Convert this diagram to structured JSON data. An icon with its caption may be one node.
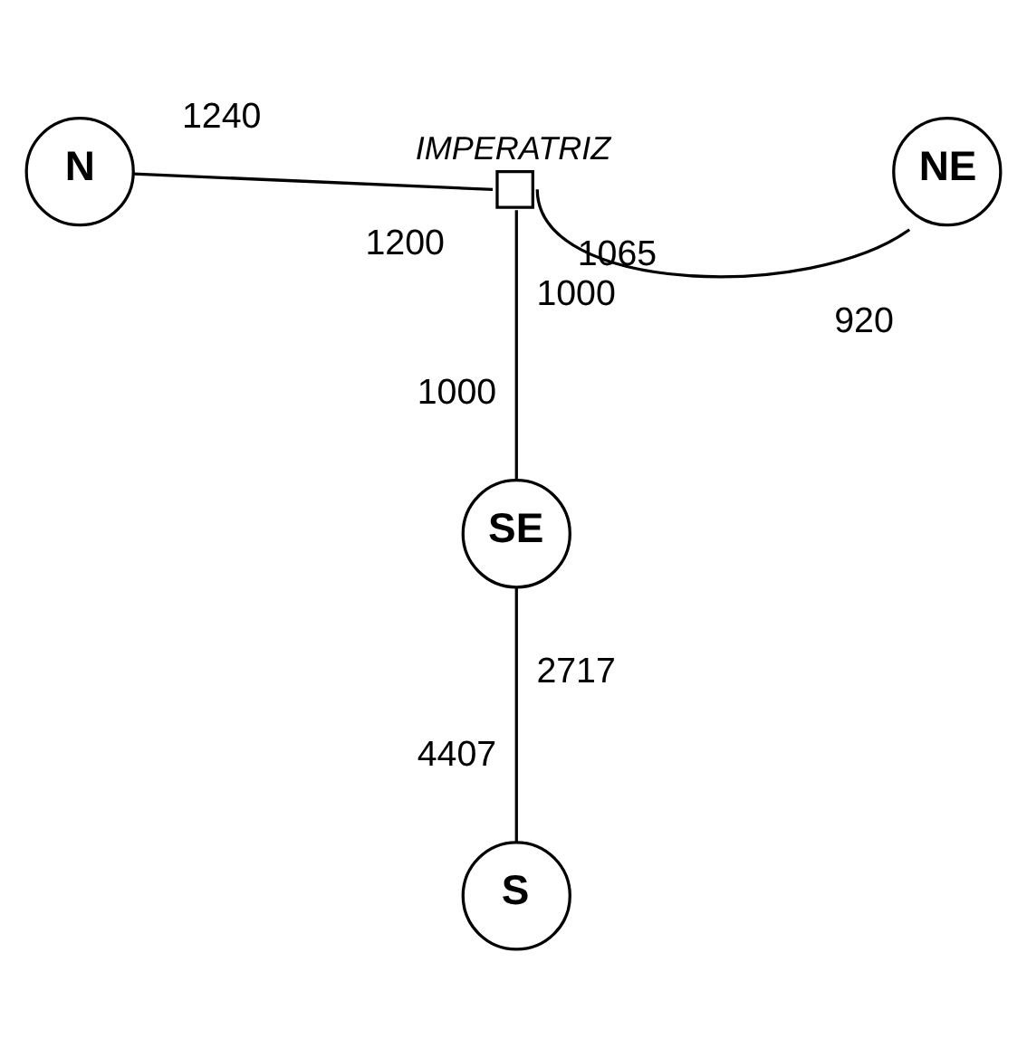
{
  "diagram": {
    "nodes": [
      {
        "text": [
          "N"
        ]
      },
      {
        "text": [],
        "shape": "box",
        "beside": [
          "IMPERATRIZ"
        ]
      },
      {
        "text": [
          "NE"
        ]
      },
      {
        "text": [
          "SE"
        ]
      },
      {
        "text": [
          "S"
        ]
      }
    ],
    "edges": [
      {
        "from": 0,
        "to": 1,
        "arrow": "none"
      },
      {
        "from": 1,
        "to": 2,
        "arrow": "none"
      },
      {
        "from": 1,
        "to": 3,
        "arrow": "none"
      },
      {
        "from": 3,
        "to": 4,
        "arrow": "none"
      }
    ],
    "labels": [
      "1240",
      "1200",
      "1065",
      "920",
      "1000",
      "1000",
      "2717",
      "4407"
    ]
  }
}
